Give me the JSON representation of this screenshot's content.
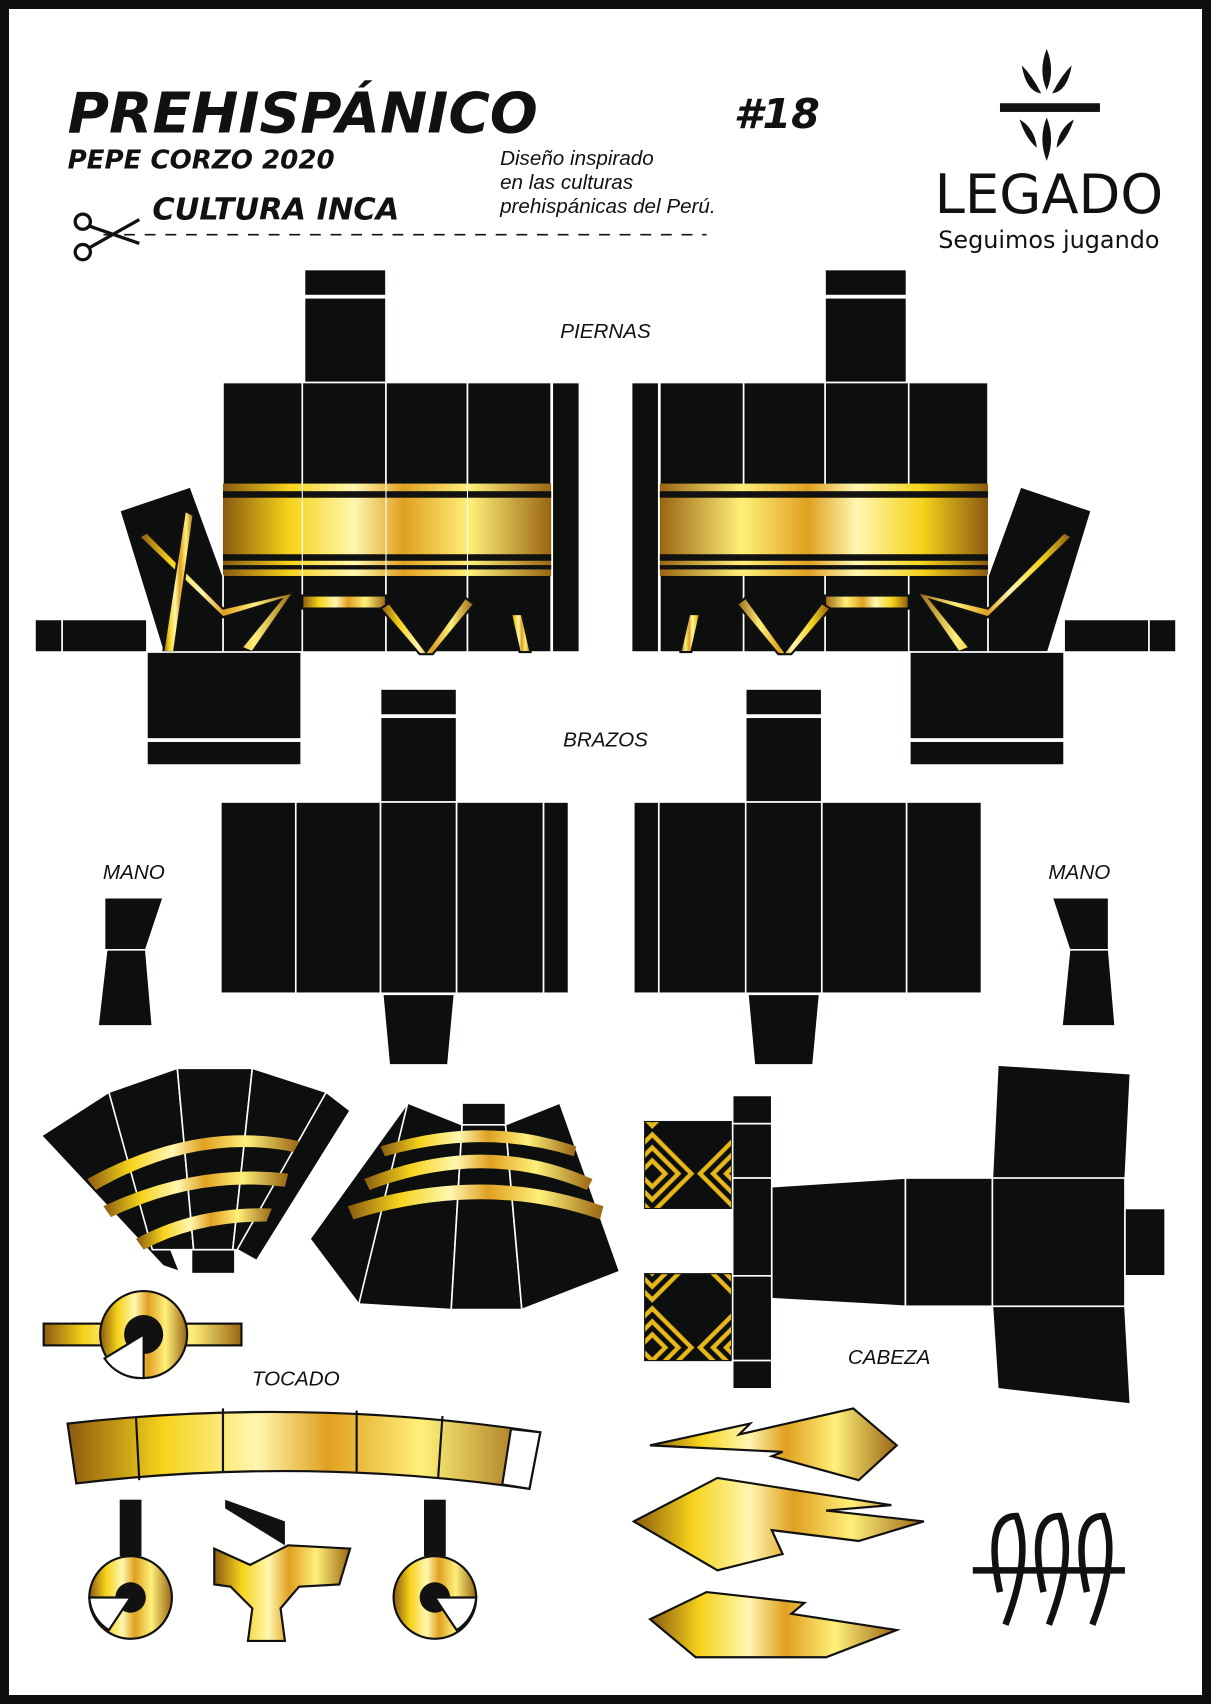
{
  "header": {
    "title": "PREHISPÁNICO",
    "number": "#18",
    "author": "PEPE CORZO 2020",
    "culture": "CULTURA INCA",
    "description": [
      "Diseño inspirado",
      "en las culturas",
      "prehispánicas del Perú."
    ]
  },
  "logo": {
    "name": "LEGADO",
    "tagline": "Seguimos jugando"
  },
  "labels": {
    "legs": "PIERNAS",
    "arms": "BRAZOS",
    "hand_left": "MANO",
    "hand_right": "MANO",
    "headdress": "TOCADO",
    "head": "CABEZA"
  },
  "colors": {
    "ink": "#0d0f0f",
    "gold": "#e8b81a",
    "gold_light": "#fff2a0",
    "gold_dark": "#8a5a10"
  }
}
